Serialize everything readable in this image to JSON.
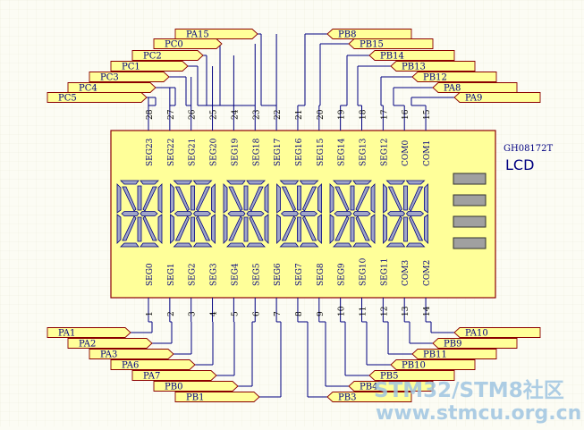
{
  "diagram": {
    "component": {
      "part_number": "GH08172T",
      "type_label": "LCD"
    },
    "top_pins": [
      {
        "pin": "28",
        "seg": "SEG23",
        "net": "PC5"
      },
      {
        "pin": "27",
        "seg": "SEG22",
        "net": "PC4"
      },
      {
        "pin": "26",
        "seg": "SEG21",
        "net": "PC3"
      },
      {
        "pin": "25",
        "seg": "SEG20",
        "net": "PC1"
      },
      {
        "pin": "24",
        "seg": "SEG19",
        "net": "PC2"
      },
      {
        "pin": "23",
        "seg": "SEG18",
        "net": "PC0"
      },
      {
        "pin": "22",
        "seg": "SEG17",
        "net": "PA15"
      },
      {
        "pin": "21",
        "seg": "SEG16",
        "net": "PB8"
      },
      {
        "pin": "20",
        "seg": "SEG15",
        "net": "PB15"
      },
      {
        "pin": "19",
        "seg": "SEG14",
        "net": "PB14"
      },
      {
        "pin": "18",
        "seg": "SEG13",
        "net": "PB13"
      },
      {
        "pin": "17",
        "seg": "SEG12",
        "net": "PB12"
      },
      {
        "pin": "16",
        "seg": "COM0",
        "net": "PA8"
      },
      {
        "pin": "15",
        "seg": "COM1",
        "net": "PA9"
      }
    ],
    "bottom_pins": [
      {
        "pin": "1",
        "seg": "SEG0",
        "net": "PA1"
      },
      {
        "pin": "2",
        "seg": "SEG1",
        "net": "PA2"
      },
      {
        "pin": "3",
        "seg": "SEG2",
        "net": "PA3"
      },
      {
        "pin": "4",
        "seg": "SEG3",
        "net": "PA6"
      },
      {
        "pin": "5",
        "seg": "SEG4",
        "net": "PA7"
      },
      {
        "pin": "6",
        "seg": "SEG5",
        "net": "PB0"
      },
      {
        "pin": "7",
        "seg": "SEG6",
        "net": "PB1"
      },
      {
        "pin": "8",
        "seg": "SEG7",
        "net": "PB3"
      },
      {
        "pin": "9",
        "seg": "SEG8",
        "net": "PB4"
      },
      {
        "pin": "10",
        "seg": "SEG9",
        "net": "PB5"
      },
      {
        "pin": "11",
        "seg": "SEG10",
        "net": "PB10"
      },
      {
        "pin": "12",
        "seg": "SEG11",
        "net": "PB11"
      },
      {
        "pin": "13",
        "seg": "COM3",
        "net": "PB9"
      },
      {
        "pin": "14",
        "seg": "COM2",
        "net": "PA10"
      }
    ],
    "digit_count": 6,
    "indicator_count": 4
  },
  "watermark": {
    "line1": "STM32/STM8社区",
    "line2": "www.stmcu.org.cn"
  },
  "colors": {
    "wire": "#000080",
    "body_fill": "#ffff99",
    "body_stroke": "#8b0000",
    "label_fill": "#ffff99"
  }
}
